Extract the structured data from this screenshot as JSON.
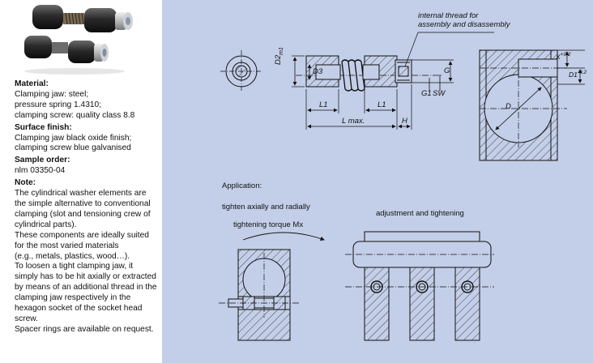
{
  "material": {
    "heading": "Material:",
    "text": "Clamping jaw: steel;\npressure spring 1.4310;\nclamping screw: quality class 8.8"
  },
  "finish": {
    "heading": "Surface finish:",
    "text": "Clamping jaw black oxide finish;\nclamping screw blue galvanised"
  },
  "sample": {
    "heading": "Sample order:",
    "text": "nlm 03350-04"
  },
  "note": {
    "heading": "Note:",
    "text": "The cylindrical washer elements are\nthe simple alternative to conventional\nclamping (slot and tensioning crew of\ncylindrical parts).\nThese components are ideally suited\nfor the most varied materials\n(e.g., metals, plastics, wood…).\nTo loosen a tight clamping jaw, it\nsimply has to be hit axially or extracted\nby means of an additional thread in the\nclamping jaw respectively in the\nhexagon socket of the socket head\nscrew.\nSpacer rings are available on request."
  },
  "drawing": {
    "annotation": "internal thread for\nassembly and disassembly",
    "dims": {
      "D3": "D3",
      "D2": "D2",
      "D2_sub": "m1",
      "L1_a": "L1",
      "L1_b": "L1",
      "Lmax": "L max.",
      "H": "H",
      "G": "G",
      "G1": "G1",
      "SW": "SW",
      "X": "X",
      "X_tol": "+0,2",
      "D1": "D1",
      "D1_tol": "-0,2",
      "diam": "D"
    }
  },
  "application": {
    "title": "Application:",
    "mode1": "tighten axially and radially",
    "torque": "tightening torque Mx",
    "mode2": "adjustment and tightening"
  }
}
